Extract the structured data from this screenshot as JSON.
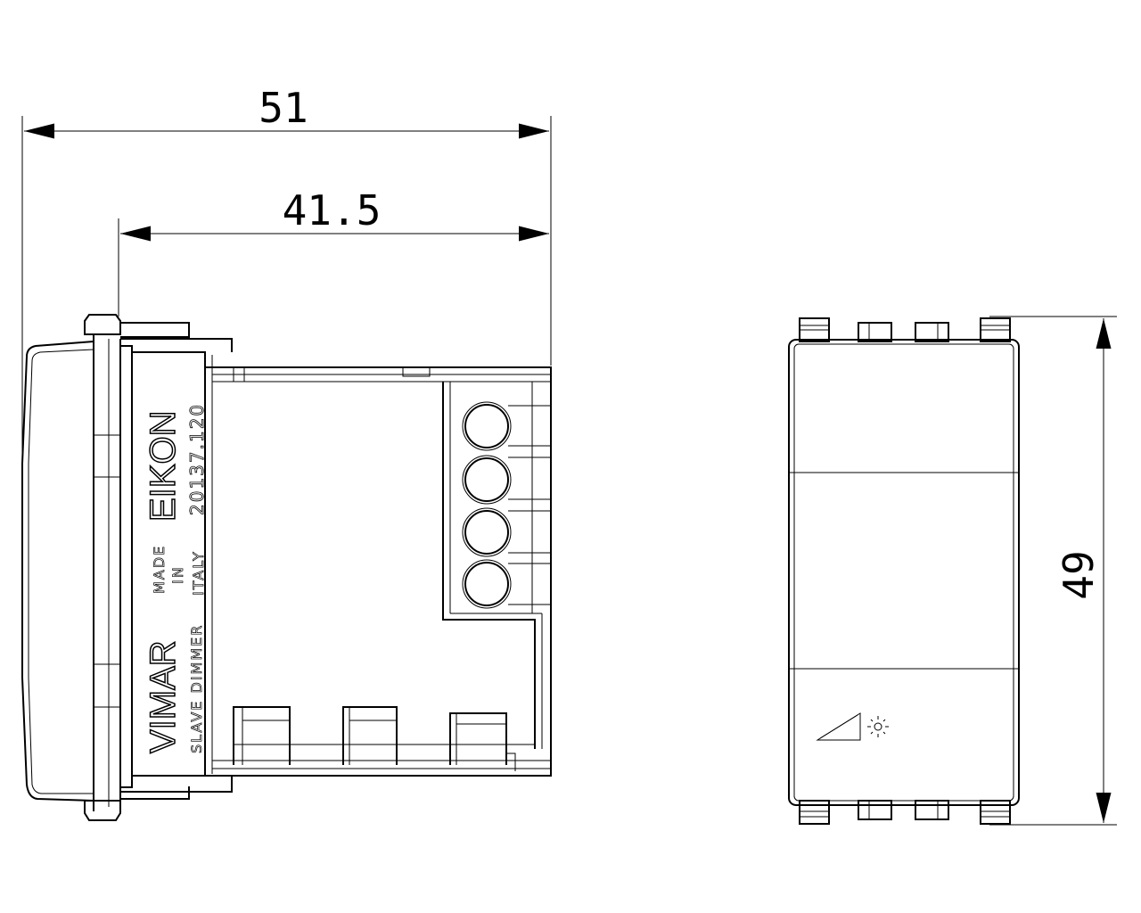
{
  "dimensions": {
    "overall_depth": "51",
    "body_depth": "41.5",
    "height": "49"
  },
  "label": {
    "series": "EIKON",
    "code": "20137.120",
    "origin_line1": "MADE",
    "origin_line2": "IN",
    "origin_line3": "ITALY",
    "brand": "VIMAR",
    "product": "SLAVE DIMMER"
  },
  "front_view": {
    "icon": "dimmer-ramp-light-icon"
  }
}
